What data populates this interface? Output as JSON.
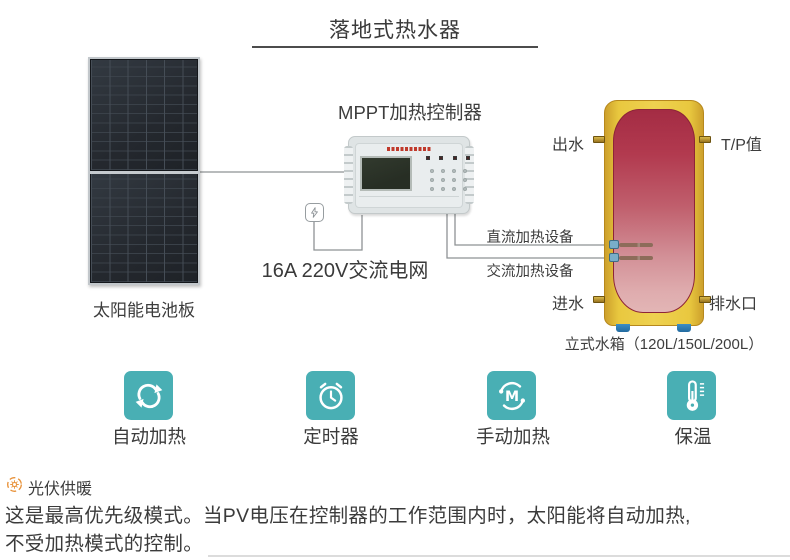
{
  "title": "落地式热水器",
  "solar_panel": {
    "label": "太阳能电池板"
  },
  "controller": {
    "label": "MPPT加热控制器"
  },
  "ac_grid": {
    "label": "16A 220V交流电网",
    "icon": "lightning-icon"
  },
  "connections": {
    "dc_heater_label": "直流加热设备",
    "ac_heater_label": "交流加热设备"
  },
  "tank": {
    "top_left_label": "出水",
    "top_right_label": "T/P值",
    "bottom_left_label": "进水",
    "bottom_right_label": "排水口",
    "caption": "立式水箱（120L/150L/200L）"
  },
  "features": [
    {
      "icon": "sync-icon",
      "label": "自动加热"
    },
    {
      "icon": "alarm-clock-icon",
      "label": "定时器"
    },
    {
      "icon": "manual-mode-icon",
      "label": "手动加热"
    },
    {
      "icon": "thermometer-icon",
      "label": "保温"
    }
  ],
  "note": {
    "icon": "sun-icon",
    "heading": "光伏供暖",
    "line1": "这是最高优先级模式。当PV电压在控制器的工作范围内时，太阳能将自动加热,",
    "line2": "不受加热模式的控制。"
  },
  "colors": {
    "feature_icon_bg": "#49afb4",
    "note_icon": "#e8923a",
    "tank_shell": "#eac83f",
    "tank_body_top": "#a42c44",
    "tank_body_bottom": "#e2b5b5",
    "wire": "#8e9294",
    "text": "#3d3d3d"
  }
}
